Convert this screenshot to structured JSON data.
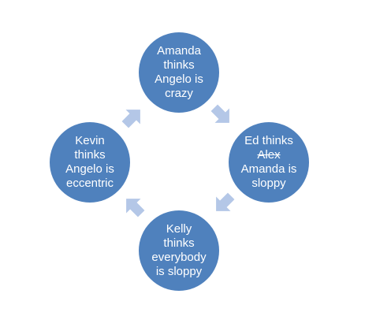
{
  "diagram": {
    "type": "cycle",
    "node_color": "#4f81bd",
    "arrow_color": "#b4c7e7",
    "text_color": "#ffffff",
    "nodes": [
      {
        "id": "top",
        "lines": [
          "Amanda",
          "thinks",
          "Angelo is",
          "crazy"
        ]
      },
      {
        "id": "right",
        "lines": [
          "Ed thinks",
          "Alex",
          "Amanda is",
          "sloppy"
        ],
        "struck_line": "Alex"
      },
      {
        "id": "bottom",
        "lines": [
          "Kelly",
          "thinks",
          "everybody",
          "is sloppy"
        ]
      },
      {
        "id": "left",
        "lines": [
          "Kevin",
          "thinks",
          "Angelo is",
          "eccentric"
        ]
      }
    ],
    "arrows": [
      {
        "from": "top",
        "to": "right"
      },
      {
        "from": "right",
        "to": "bottom"
      },
      {
        "from": "bottom",
        "to": "left"
      },
      {
        "from": "left",
        "to": "top"
      }
    ]
  }
}
